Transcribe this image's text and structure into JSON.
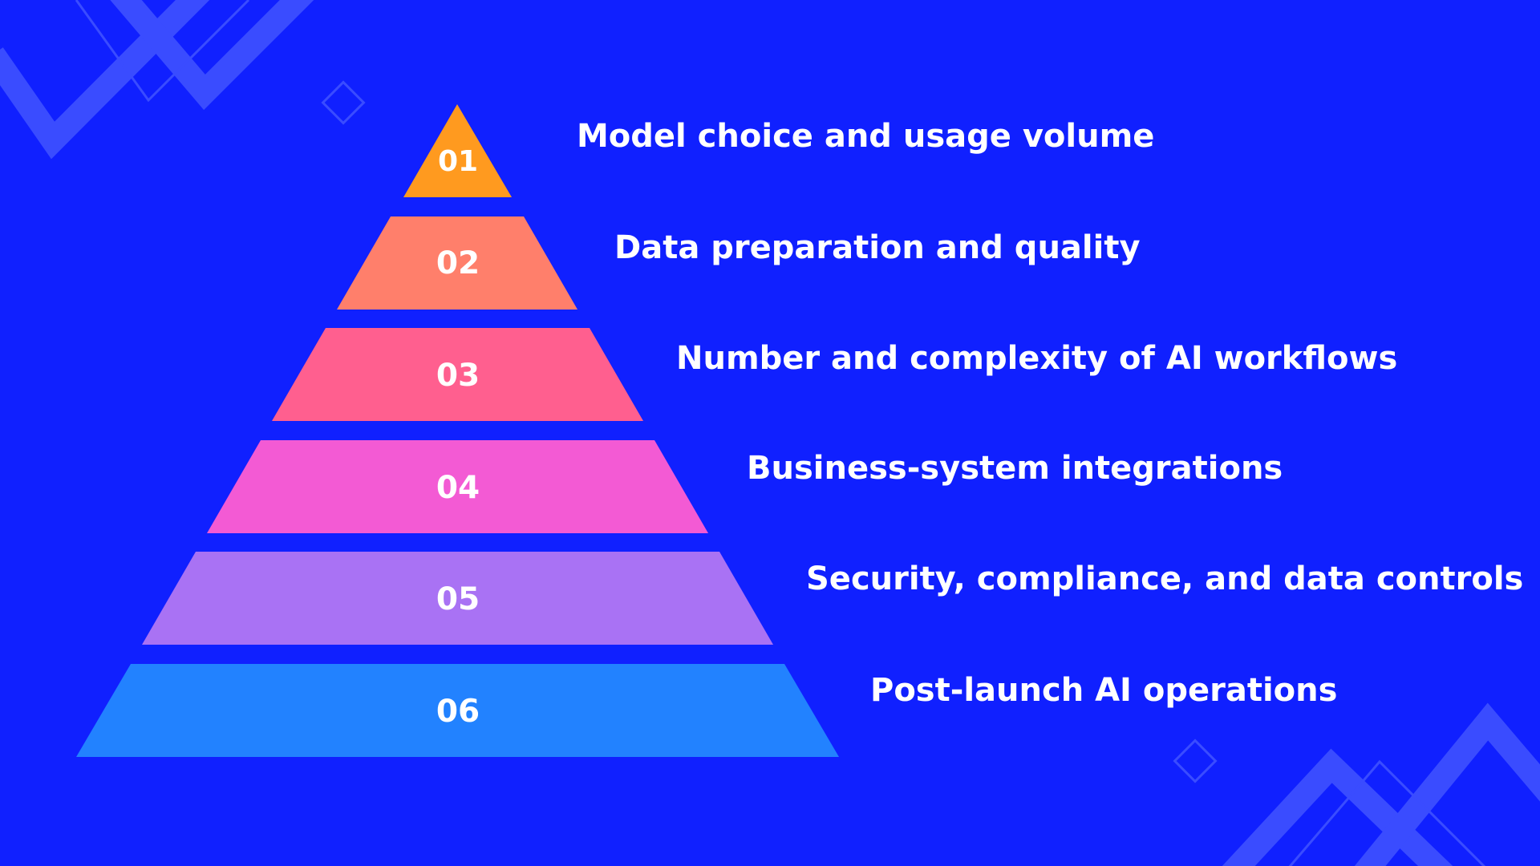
{
  "colors": {
    "background": "#1020ff",
    "decoration": "#3a4cff",
    "text": "#ffffff"
  },
  "levels": [
    {
      "number": "01",
      "label": "Model choice and usage volume",
      "color": "#ff9a1f"
    },
    {
      "number": "02",
      "label": "Data preparation and quality",
      "color": "#ff7f6b"
    },
    {
      "number": "03",
      "label": "Number and complexity of AI workflows",
      "color": "#ff5f8f"
    },
    {
      "number": "04",
      "label": "Business-system integrations",
      "color": "#f35ad4"
    },
    {
      "number": "05",
      "label": "Security, compliance, and data controls",
      "color": "#a972f4"
    },
    {
      "number": "06",
      "label": "Post-launch AI operations",
      "color": "#2282ff"
    }
  ]
}
